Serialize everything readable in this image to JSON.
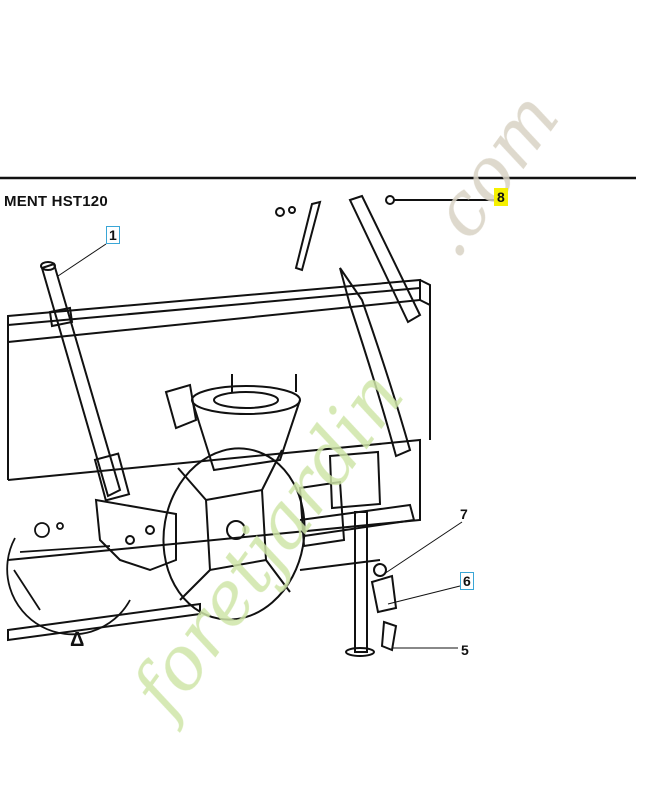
{
  "diagram": {
    "title": "MENT HST120",
    "callouts": [
      {
        "id": "c1",
        "label": "1",
        "boxed": true,
        "highlight": false
      },
      {
        "id": "c5",
        "label": "5",
        "boxed": false,
        "highlight": false
      },
      {
        "id": "c6",
        "label": "6",
        "boxed": true,
        "highlight": false
      },
      {
        "id": "c7",
        "label": "7",
        "boxed": false,
        "highlight": false
      },
      {
        "id": "c8",
        "label": "8",
        "boxed": false,
        "highlight": true
      }
    ],
    "detail_mark": "Δ"
  },
  "watermark": {
    "text_green": "foretjardin",
    "text_gray": ".com",
    "color_green": "#cfe6a8",
    "color_gray": "#d9d3c4",
    "color_orange": "#f5c08a"
  },
  "colors": {
    "line": "#111111",
    "highlight": "#f5f000",
    "box_border": "#3aa6d6"
  }
}
